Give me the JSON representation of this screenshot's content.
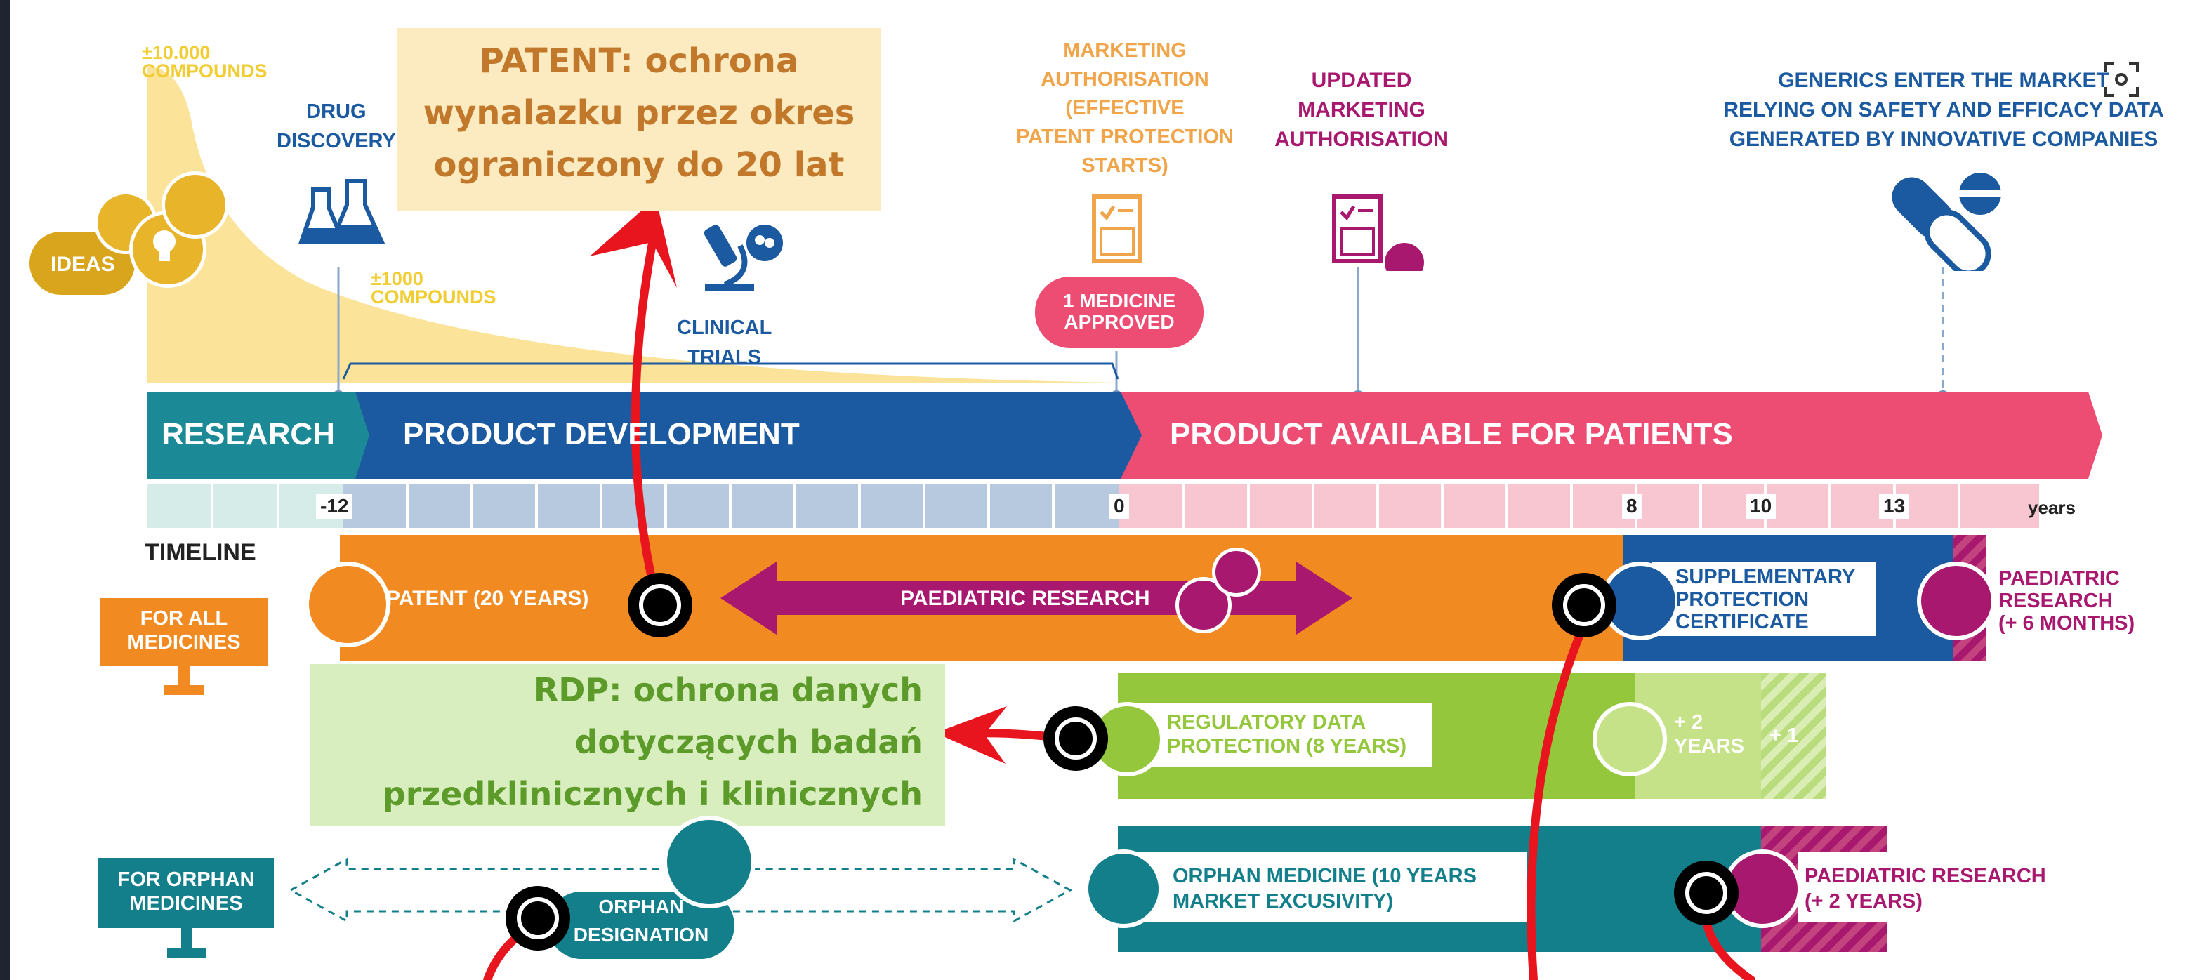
{
  "stages": {
    "compounds_10000": "±10.000\nCOMPOUNDS",
    "drug_discovery": "DRUG\nDISCOVERY",
    "ideas": "IDEAS",
    "compounds_1000": "±1000\nCOMPOUNDS",
    "clinical_trials": "CLINICAL\nTRIALS",
    "marketing_authorisation": "MARKETING\nAUTHORISATION\n(EFFECTIVE\nPATENT PROTECTION\nSTARTS)",
    "medicine_approved": "1 MEDICINE\nAPPROVED",
    "updated_marketing": "UPDATED\nMARKETING\nAUTHORISATION",
    "generics": "GENERICS ENTER THE MARKET\nRELYING ON SAFETY AND EFFICACY DATA\nGENERATED BY INNOVATIVE COMPANIES"
  },
  "bands": {
    "research": "RESEARCH",
    "product_development": "PRODUCT DEVELOPMENT",
    "product_available": "PRODUCT AVAILABLE FOR PATIENTS"
  },
  "timeline": {
    "label": "TIMELINE",
    "ticks": [
      "-12",
      "0",
      "8",
      "10",
      "13"
    ],
    "unit": "years"
  },
  "rows": {
    "for_all_medicines": "FOR ALL\nMEDICINES",
    "for_orphan_medicines": "FOR ORPHAN\nMEDICINES",
    "patent": "PATENT (20 YEARS)",
    "paediatric_research": "PAEDIATRIC RESEARCH",
    "spc": "SUPPLEMENTARY\nPROTECTION\nCERTIFICATE",
    "paediatric_6m": "PAEDIATRIC\nRESEARCH\n(+ 6 MONTHS)",
    "rdp": "REGULATORY DATA\nPROTECTION (8 YEARS)",
    "plus2": "+ 2\nYEARS",
    "plus1": "+ 1",
    "orphan_designation": "ORPHAN\nDESIGNATION",
    "orphan_medicine": "ORPHAN MEDICINE (10 YEARS\nMARKET EXCUSIVITY)",
    "paediatric_2y": "PAEDIATRIC RESEARCH\n(+ 2 YEARS)"
  },
  "callouts": {
    "patent": "PATENT: ochrona\nwynalazku przez okres\nograniczony do 20 lat",
    "rdp": "RDP: ochrona danych\ndotyczących badań\nprzedklinicznych i klinicznych"
  },
  "colors": {
    "yellow": "#f1cd33",
    "research_teal": "#1b8a96",
    "dev_blue": "#1b5aa0",
    "available_pink": "#ee4d73",
    "patent_orange": "#f28a22",
    "paediatric_magenta": "#a8186e",
    "rdp_green": "#94c73c",
    "orphan_teal": "#137f8b",
    "callout_red": "#e8141e"
  },
  "icons": [
    "lens-icon",
    "flask-icon",
    "microscope-icon",
    "document-icon",
    "pills-icon",
    "folder-icon",
    "lightbulb-icon"
  ]
}
